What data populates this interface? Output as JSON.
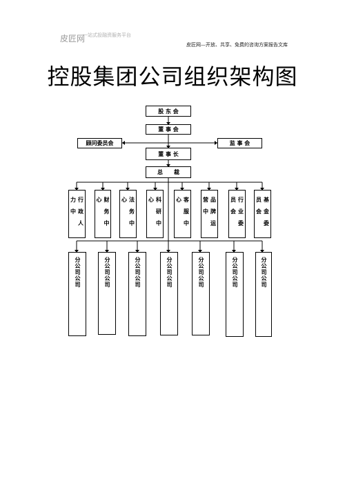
{
  "watermark": {
    "logo": "皮匠网",
    "tagline": "一站式投融资服务平台"
  },
  "header": {
    "note": "皮匠网—开放、共享、免费的咨询方案报告文库"
  },
  "title": "控股集团公司组织架构图",
  "org": {
    "shareholders": "股 东 会",
    "board": "董 事 会",
    "advisory": "顾问委员会",
    "supervisory": "监 事 会",
    "chairman": "董 事 长",
    "president": "总　　裁",
    "centers": [
      "行政人力中",
      "财务中心",
      "法务中心",
      "科研中心",
      "客服中心",
      "品牌运营中",
      "行业委员会",
      "基金委员会"
    ],
    "subsidiaries": [
      "分公司公司",
      "分公司公司",
      "分公司公司",
      "分公司公司",
      "分公司公司",
      "分公司公司",
      "分公司公司"
    ]
  }
}
